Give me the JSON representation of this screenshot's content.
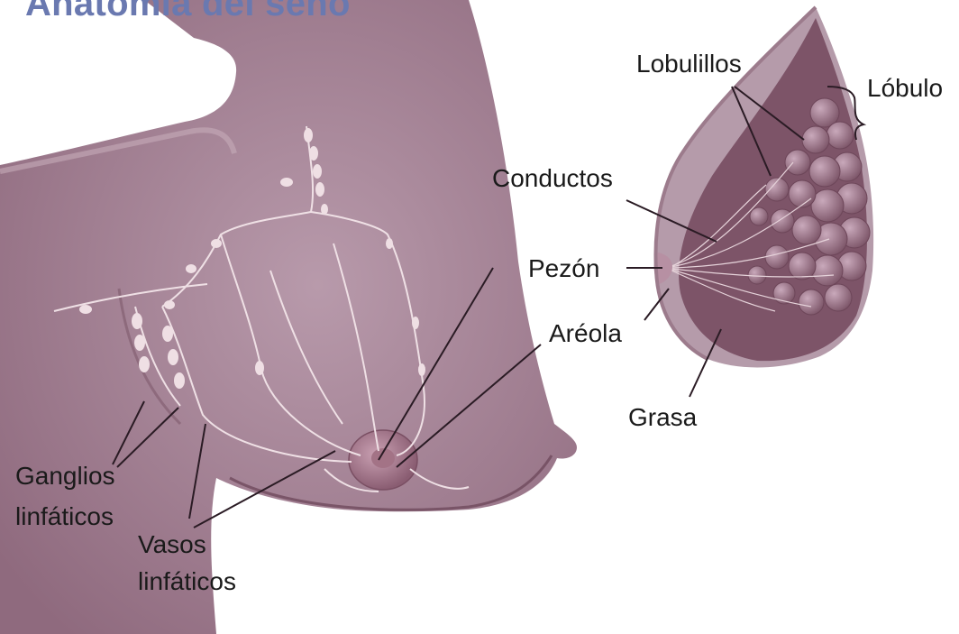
{
  "title": "Anatomía del seno",
  "colors": {
    "title": "#6a79b0",
    "tissue": "#a88b9a",
    "tissue_dark": "#7a5467",
    "lymph": "#eedde2",
    "leader": "#2a1b24"
  },
  "labels": {
    "lobulillos": "Lobulillos",
    "lobulo": "Lóbulo",
    "conductos": "Conductos",
    "pezon": "Pezón",
    "areola": "Aréola",
    "grasa": "Grasa",
    "ganglios_1": "Ganglios",
    "ganglios_2": "linfáticos",
    "vasos_1": "Vasos",
    "vasos_2": "linfáticos"
  }
}
